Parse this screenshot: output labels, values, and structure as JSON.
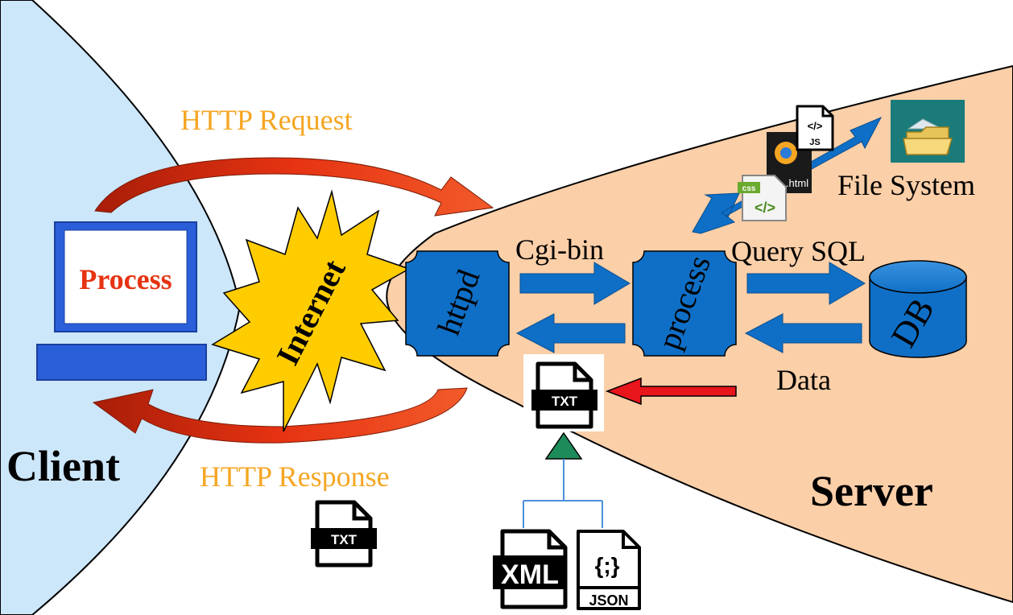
{
  "labels": {
    "client": "Client",
    "server": "Server",
    "http_request": "HTTP Request",
    "http_response": "HTTP Response",
    "internet": "Internet",
    "client_process": "Process",
    "httpd": "httpd",
    "server_process": "process",
    "db": "DB",
    "cgi_bin": "Cgi-bin",
    "query_sql": "Query SQL",
    "data": "Data",
    "file_system": "File System"
  },
  "file_icons": {
    "response_txt": "TXT",
    "server_txt": "TXT",
    "xml": "XML",
    "json_symbol": "{;}",
    "json": "JSON",
    "js": "JS",
    "js_code": "</>",
    "css": "css",
    "css_code": "</>",
    "html": ".html"
  },
  "colors": {
    "client_region": "#cce6fa",
    "server_region": "#fbcfa8",
    "http_label": "#f5a623",
    "curved_arrow": "#e63312",
    "box_blue": "#0f6fc6",
    "internet_fill": "#ffcc00",
    "tree_triangle": "#1e8b5a",
    "folder_tile": "#1a7b7a"
  },
  "icons": [
    "monitor-icon",
    "internet-burst-icon",
    "database-icon",
    "folder-icon",
    "txt-file-icon",
    "xml-file-icon",
    "json-file-icon",
    "js-file-icon",
    "css-file-icon",
    "html-file-icon"
  ]
}
